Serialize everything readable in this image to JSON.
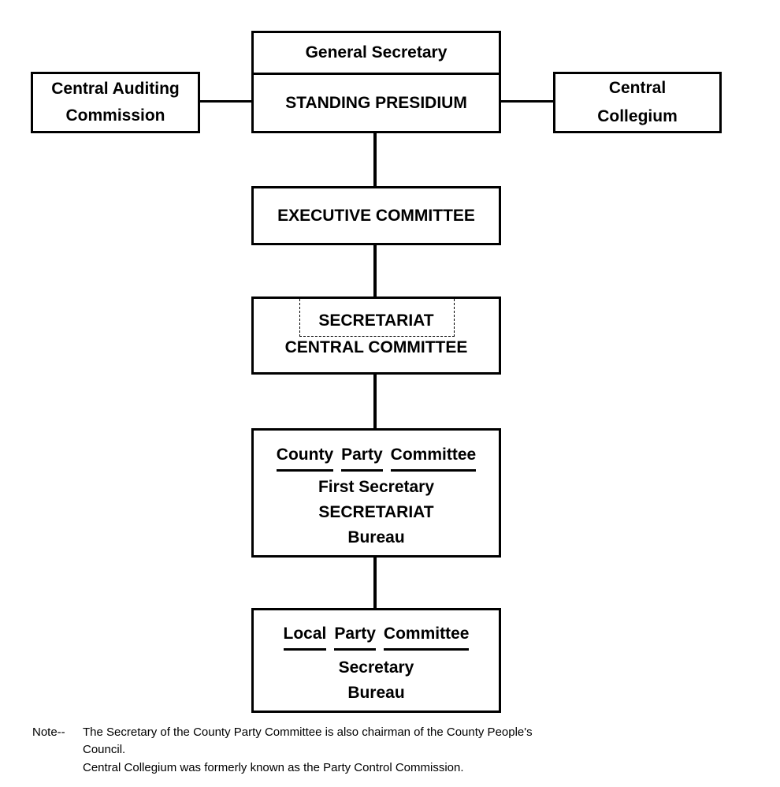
{
  "top": {
    "general_secretary": "General Secretary",
    "standing_presidium": "STANDING PRESIDIUM"
  },
  "central_auditing": [
    "Central Auditing",
    "Commission"
  ],
  "central_collegium": [
    "Central",
    "Collegium"
  ],
  "executive_committee": "EXECUTIVE COMMITTEE",
  "central_committee": {
    "secretariat": "SECRETARIAT",
    "title": "CENTRAL COMMITTEE"
  },
  "county": {
    "title_words": [
      "County",
      "Party",
      "Committee"
    ],
    "lines": [
      "First Secretary",
      "SECRETARIAT",
      "Bureau"
    ]
  },
  "local": {
    "title_words": [
      "Local",
      "Party",
      "Committee"
    ],
    "lines": [
      "Secretary",
      "Bureau"
    ]
  },
  "note": {
    "label": "Note--",
    "line1": "The Secretary of the County Party Committee is also chairman of the County People's",
    "line2": "Council.",
    "line3": "Central Collegium was formerly known as the Party Control Commission."
  }
}
